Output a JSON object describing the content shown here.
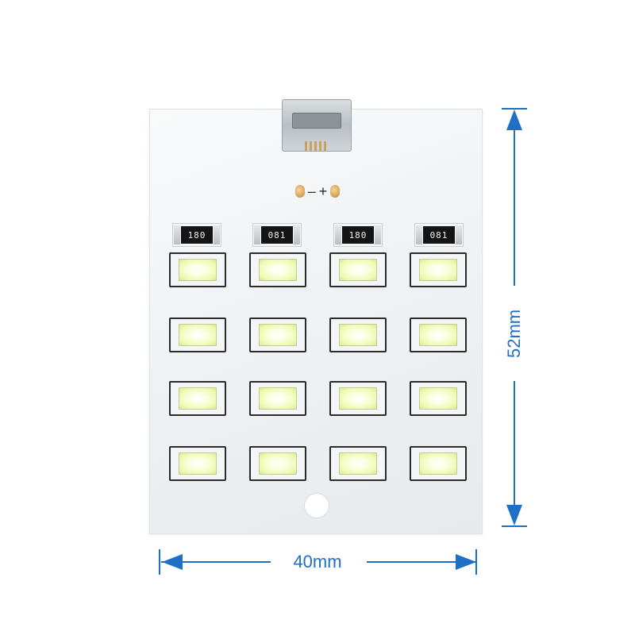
{
  "product": {
    "resistor_markings": [
      "180",
      "081",
      "180",
      "081"
    ],
    "polarity": {
      "minus": "–",
      "plus": "+"
    },
    "led_grid": {
      "rows": 4,
      "columns": 4
    },
    "colors": {
      "dimension": "#1f6fc7",
      "board": "#eef1f3"
    }
  },
  "dimensions": {
    "width_label": "40mm",
    "height_label": "52mm"
  }
}
